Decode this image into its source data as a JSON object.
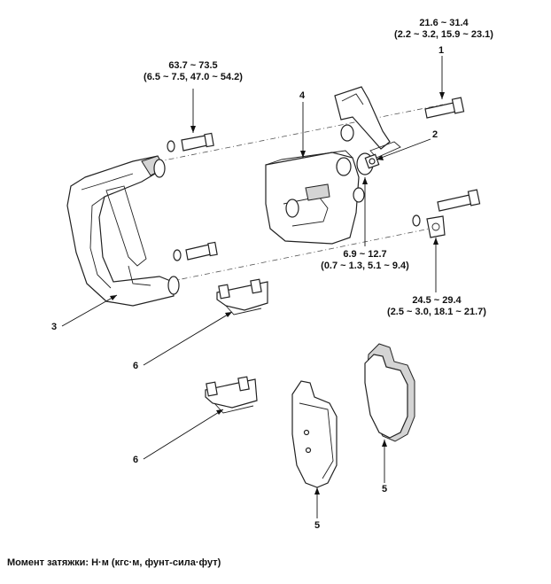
{
  "torque": {
    "t1": {
      "line1": "21.6 ~ 31.4",
      "line2": "(2.2 ~ 3.2, 15.9 ~ 23.1)"
    },
    "t2": {
      "line1": "63.7 ~ 73.5",
      "line2": "(6.5 ~ 7.5, 47.0 ~ 54.2)"
    },
    "t3": {
      "line1": "6.9 ~ 12.7",
      "line2": "(0.7 ~ 1.3, 5.1 ~ 9.4)"
    },
    "t4": {
      "line1": "24.5 ~ 29.4",
      "line2": "(2.5 ~ 3.0, 18.1 ~ 21.7)"
    }
  },
  "callouts": {
    "c1": "1",
    "c2": "2",
    "c3": "3",
    "c4": "4",
    "c5a": "5",
    "c5b": "5",
    "c6a": "6",
    "c6b": "6"
  },
  "footer": "Момент затяжки: Н·м (кгс·м, фунт-сила·фут)"
}
